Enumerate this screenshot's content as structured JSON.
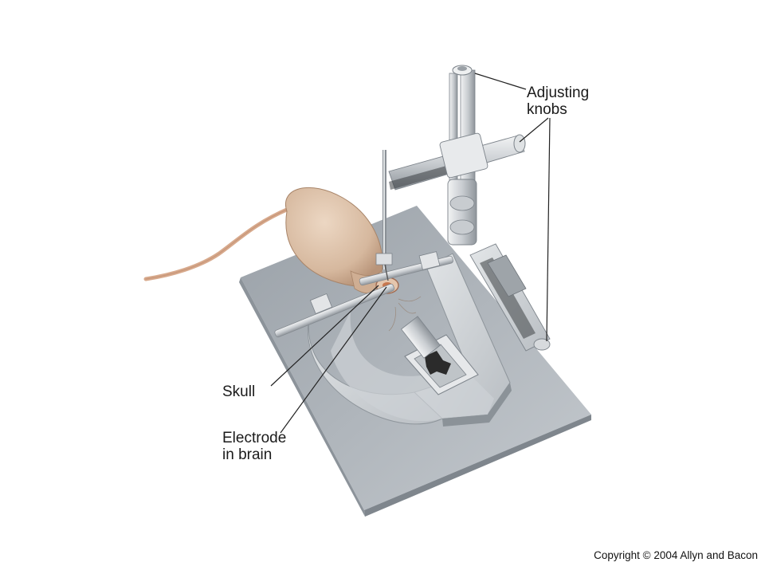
{
  "labels": {
    "adjusting_knobs_line1": "Adjusting",
    "adjusting_knobs_line2": "knobs",
    "skull": "Skull",
    "electrode_line1": "Electrode",
    "electrode_line2": "in brain"
  },
  "copyright": "Copyright © 2004 Allyn and Bacon",
  "colors": {
    "background": "#ffffff",
    "base_plate": "#aeb4bb",
    "platform": "#c7cbcf",
    "rat_body": "#dcc2ab",
    "rat_tail": "#d7a98c",
    "metal": "#d9dcdf",
    "leader_line": "#222222"
  }
}
